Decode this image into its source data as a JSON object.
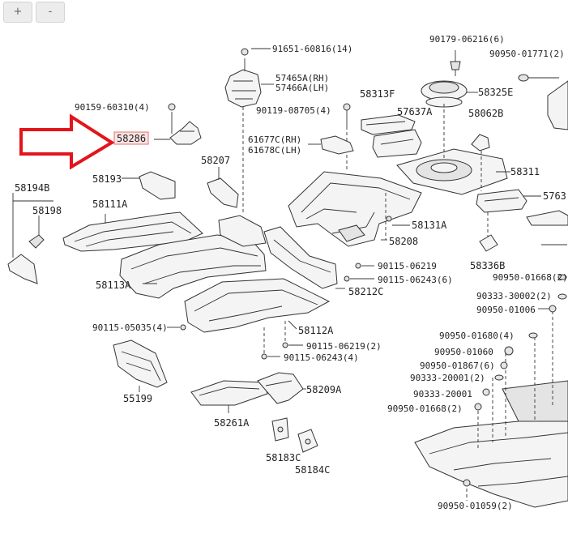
{
  "zoom": {
    "in_label": "+",
    "out_label": "-"
  },
  "highlight": {
    "part_no": "58286",
    "arrow_color": "#e3141b"
  },
  "labels": {
    "p_91651": "91651-60816(14)",
    "p_57465": "57465A(RH)",
    "p_57466": "57466A(LH)",
    "p_90179": "90179-06216(6)",
    "p_90950_01771": "90950-01771(2)",
    "p_58325": "58325E",
    "p_90159": "90159-60310(4)",
    "p_90119": "90119-08705(4)",
    "p_58313": "58313F",
    "p_57637": "57637A",
    "p_58062": "58062B",
    "p_61677": "61677C(RH)",
    "p_61678": "61678C(LH)",
    "p_58311": "58311",
    "p_5763": "5763",
    "p_58207": "58207",
    "p_58193": "58193",
    "p_58194": "58194B",
    "p_58198": "58198",
    "p_58111": "58111A",
    "p_58131": "58131A",
    "p_58208": "58208",
    "p_58336": "58336B",
    "p_90115_06219a": "90115-06219",
    "p_90115_06243a": "90115-06243(6)",
    "p_58212": "58212C",
    "p_58113": "58113A",
    "p_90950_01668a": "90950-01668(2)",
    "p_90333_30002": "90333-30002(2)",
    "p_90950_01006": "90950-01006",
    "p_90115_05035": "90115-05035(4)",
    "p_58112": "58112A",
    "p_90115_06219b": "90115-06219(2)",
    "p_90115_06243b": "90115-06243(4)",
    "p_90950_01680": "90950-01680(4)",
    "p_90950_01060": "90950-01060",
    "p_90950_01867": "90950-01867(6)",
    "p_90333_20001a": "90333-20001(2)",
    "p_90333_20001b": "90333-20001",
    "p_90950_01668b": "90950-01668(2)",
    "p_55199": "55199",
    "p_58209": "58209A",
    "p_58261": "58261A",
    "p_58183": "58183C",
    "p_58184": "58184C",
    "p_90950_01059": "90950-01059(2)"
  }
}
